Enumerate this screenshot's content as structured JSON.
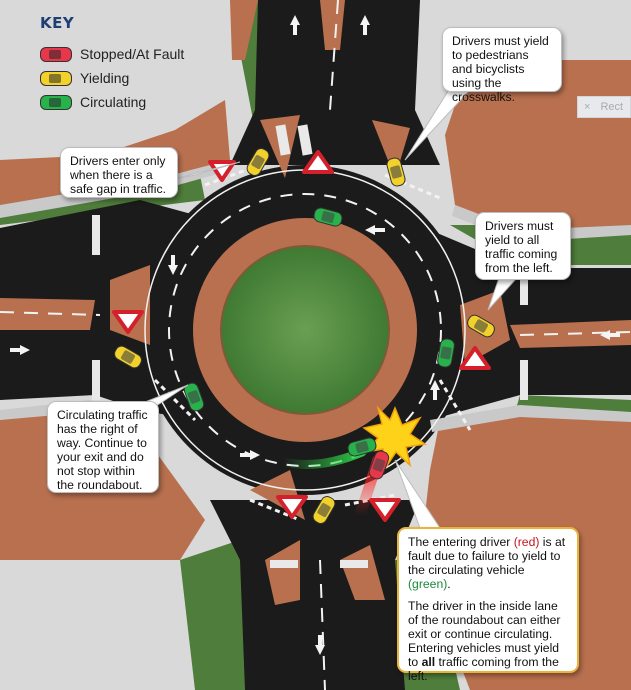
{
  "key": {
    "title": "KEY",
    "items": [
      {
        "label": "Stopped/At Fault",
        "color": "#e8364a"
      },
      {
        "label": "Yielding",
        "color": "#f2d22a"
      },
      {
        "label": "Circulating",
        "color": "#27b24c"
      }
    ]
  },
  "callouts": {
    "pedestrians": "Drivers must yield to pedestrians and bicyclists using the crosswalks.",
    "enter_gap": "Drivers enter only when there is a safe gap in traffic.",
    "yield_left": "Drivers must yield to all traffic coming from the left.",
    "circulating": "Circulating traffic has the right of way.  Continue to your exit and do not stop within the roundabout.",
    "fault": {
      "p1_a": "The entering driver ",
      "p1_red": "(red)",
      "p1_b": " is at fault due to failure to yield to the circulating vehicle ",
      "p1_green": "(green)",
      "p1_c": ".",
      "p2_a": "The driver in the inside lane of the roundabout can either exit or continue circulating. Entering vehicles must yield to ",
      "p2_bold": "all",
      "p2_b": " traffic coming from the left."
    }
  },
  "ghost_ui": {
    "close_glyph": "×",
    "label": "Rect"
  },
  "colors": {
    "road": "#1b1b1b",
    "island_brick": "#b9704f",
    "island_grass": "#4f8a3e",
    "median_grass": "#4a7a3a",
    "sidewalk": "#c8c8c8",
    "callout_border": "#e8b33a",
    "key_title": "#1d3f73"
  }
}
